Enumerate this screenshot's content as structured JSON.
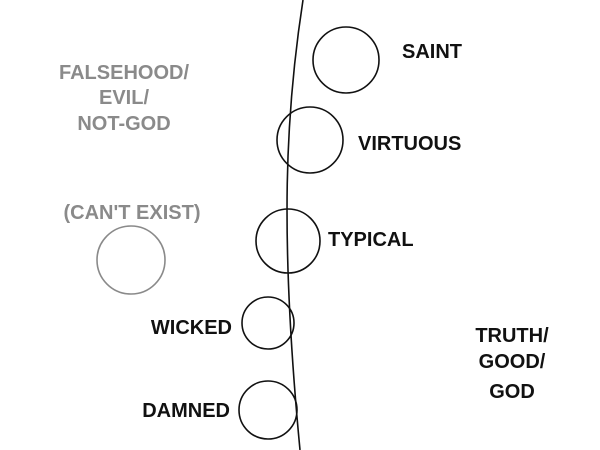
{
  "falsehood_side": {
    "lines": [
      "FALSEHOOD/",
      "EVIL/",
      "NOT-GOD"
    ],
    "note": "(CAN'T EXIST)"
  },
  "truth_side": {
    "lines": [
      "TRUTH/",
      "GOOD/",
      "GOD"
    ]
  },
  "levels": {
    "saint": "SAINT",
    "virtuous": "VIRTUOUS",
    "typical": "TYPICAL",
    "wicked": "WICKED",
    "damned": "DAMNED"
  },
  "colors": {
    "ink": "#111111",
    "faded": "#8a8a8a",
    "background": "#ffffff"
  }
}
